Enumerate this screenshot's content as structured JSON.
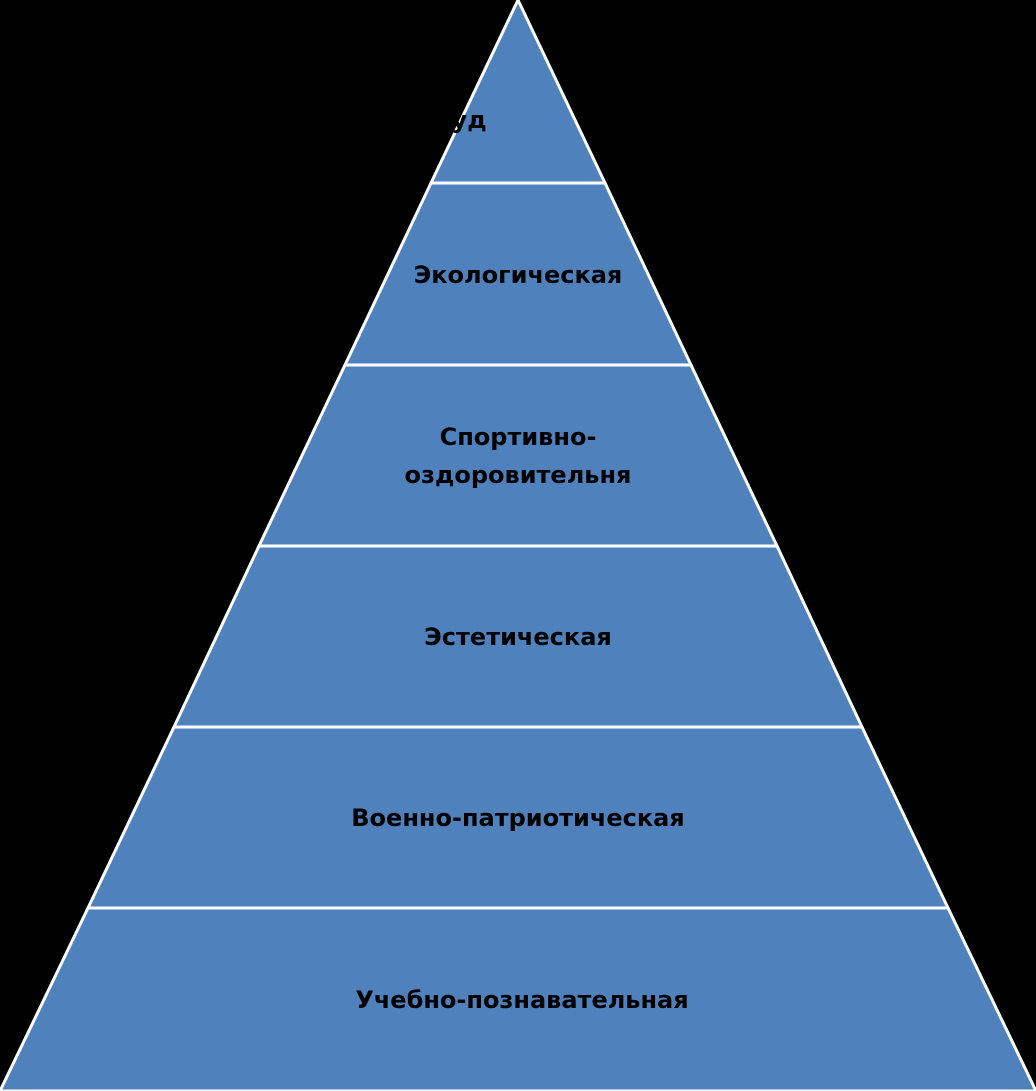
{
  "colors": {
    "background": "#000000",
    "tier_fill": "#4F81BD",
    "tier_border": "#FFFFFF",
    "text": "#000000"
  },
  "tiers": [
    {
      "label": "Труд"
    },
    {
      "label": "Экологическая"
    },
    {
      "label": "Спортивно-оздоровительня"
    },
    {
      "label": "Эстетическая"
    },
    {
      "label": "Военно-патриотическая"
    },
    {
      "label": "Учебно-познавательная"
    }
  ]
}
